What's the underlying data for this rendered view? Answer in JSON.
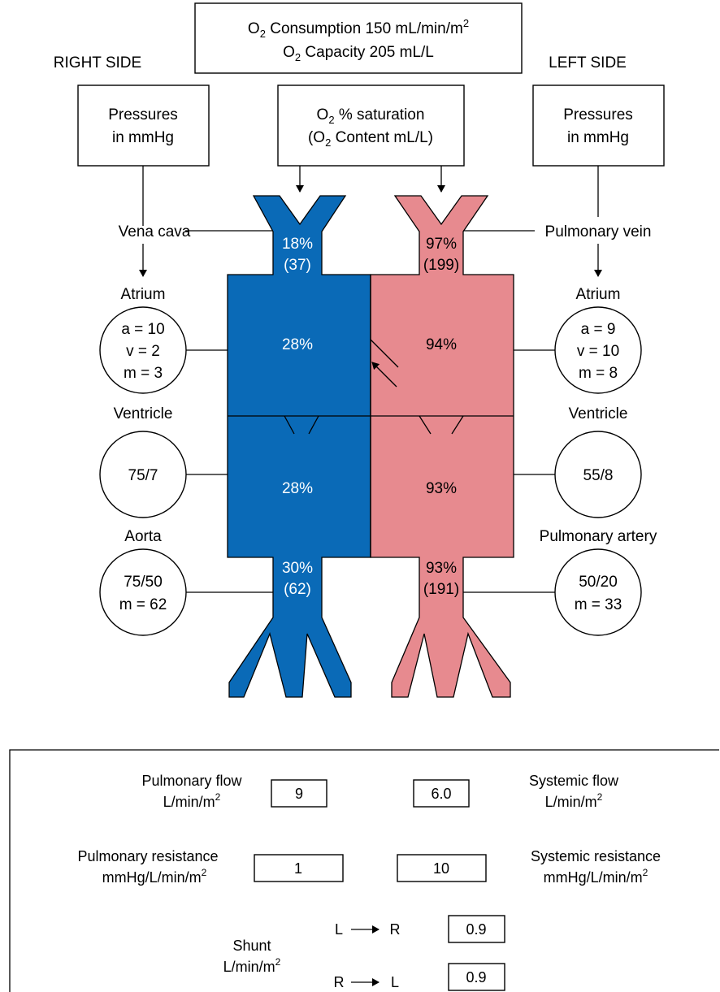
{
  "header": {
    "consumption_label": "O",
    "consumption_sub": "2",
    "consumption_text": " Consumption 150 mL/min/m",
    "consumption_sup": "2",
    "capacity_label": "O",
    "capacity_sub": "2",
    "capacity_text": " Capacity 205 mL/L"
  },
  "sides": {
    "right": "RIGHT SIDE",
    "left": "LEFT SIDE"
  },
  "legend_boxes": {
    "right_pressures": [
      "Pressures",
      "in mmHg"
    ],
    "saturation_line1_pre": "O",
    "saturation_line1_sub": "2",
    "saturation_line1_post": " % saturation",
    "saturation_line2_pre": "(O",
    "saturation_line2_sub": "2",
    "saturation_line2_post": " Content mL/L)",
    "left_pressures": [
      "Pressures",
      "in mmHg"
    ]
  },
  "right_heart": {
    "inflow_label": "Vena cava",
    "inflow_sat": "18%",
    "inflow_content": "(37)",
    "atrium_label": "Atrium",
    "atrium_pressures": [
      "a = 10",
      "v = 2",
      "m = 3"
    ],
    "atrium_sat": "28%",
    "ventricle_label": "Ventricle",
    "ventricle_pressure": "75/7",
    "ventricle_sat": "28%",
    "outflow_label": "Aorta",
    "outflow_pressures": [
      "75/50",
      "m = 62"
    ],
    "outflow_sat": "30%",
    "outflow_content": "(62)"
  },
  "left_heart": {
    "inflow_label": "Pulmonary vein",
    "inflow_sat": "97%",
    "inflow_content": "(199)",
    "atrium_label": "Atrium",
    "atrium_pressures": [
      "a = 9",
      "v = 10",
      "m = 8"
    ],
    "atrium_sat": "94%",
    "ventricle_label": "Ventricle",
    "ventricle_pressure": "55/8",
    "ventricle_sat": "93%",
    "outflow_label": "Pulmonary artery",
    "outflow_pressures": [
      "50/20",
      "m = 33"
    ],
    "outflow_sat": "93%",
    "outflow_content": "(191)"
  },
  "results": {
    "pulmonary_flow_label": "Pulmonary flow",
    "pulmonary_flow_unit": "L/min/m",
    "pulmonary_flow_unit_sup": "2",
    "pulmonary_flow_value": "9",
    "systemic_flow_label": "Systemic flow",
    "systemic_flow_unit": "L/min/m",
    "systemic_flow_unit_sup": "2",
    "systemic_flow_value": "6.0",
    "pulmonary_resistance_label": "Pulmonary resistance",
    "pulmonary_resistance_unit": "mmHg/L/min/m",
    "pulmonary_resistance_unit_sup": "2",
    "pulmonary_resistance_value": "1",
    "systemic_resistance_label": "Systemic resistance",
    "systemic_resistance_unit": "mmHg/L/min/m",
    "systemic_resistance_unit_sup": "2",
    "systemic_resistance_value": "10",
    "shunt_label": "Shunt",
    "shunt_unit": "L/min/m",
    "shunt_unit_sup": "2",
    "shunt_lr_from": "L",
    "shunt_lr_to": "R",
    "shunt_lr_value": "0.9",
    "shunt_rl_from": "R",
    "shunt_rl_to": "L",
    "shunt_rl_value": "0.9"
  },
  "colors": {
    "deoxygenated": "#0a6ab7",
    "oxygenated": "#e78a8f",
    "outline": "#000000"
  }
}
